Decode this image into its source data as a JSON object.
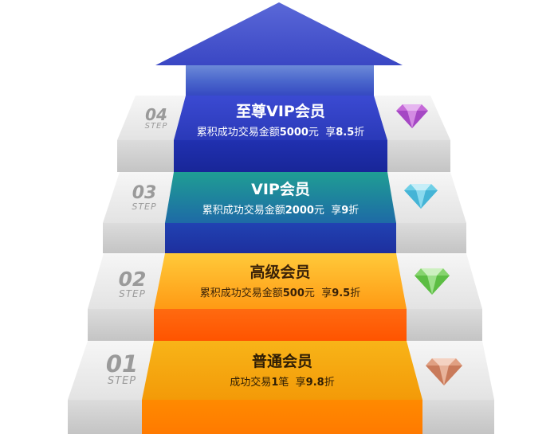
{
  "colors": {
    "tier4": "#2436b3",
    "tier3": "#1f8a8a",
    "tier2": "#ff8a10",
    "tier1": "#f59a0d",
    "step_number": "#9a9a9a"
  },
  "tiers": [
    {
      "number": "04",
      "step": "STEP",
      "name": "至尊VIP会员",
      "desc_prefix": "累积成功交易金额",
      "desc_amount": "5000",
      "desc_unit": "元",
      "discount_prefix": "享",
      "discount_value": "8.5",
      "discount_suffix": "折",
      "gem_icon": "purple-diamond-icon"
    },
    {
      "number": "03",
      "step": "STEP",
      "name": "VIP会员",
      "desc_prefix": "累积成功交易金额",
      "desc_amount": "2000",
      "desc_unit": "元",
      "discount_prefix": "享",
      "discount_value": "9",
      "discount_suffix": "折",
      "gem_icon": "blue-diamond-icon"
    },
    {
      "number": "02",
      "step": "STEP",
      "name": "高级会员",
      "desc_prefix": "累积成功交易金额",
      "desc_amount": "500",
      "desc_unit": "元",
      "discount_prefix": "享",
      "discount_value": "9.5",
      "discount_suffix": "折",
      "gem_icon": "green-diamond-icon"
    },
    {
      "number": "01",
      "step": "STEP",
      "name": "普通会员",
      "desc_prefix": "成功交易",
      "desc_amount": "1",
      "desc_unit": "笔",
      "discount_prefix": "享",
      "discount_value": "9.8",
      "discount_suffix": "折",
      "gem_icon": "bronze-diamond-icon"
    }
  ]
}
